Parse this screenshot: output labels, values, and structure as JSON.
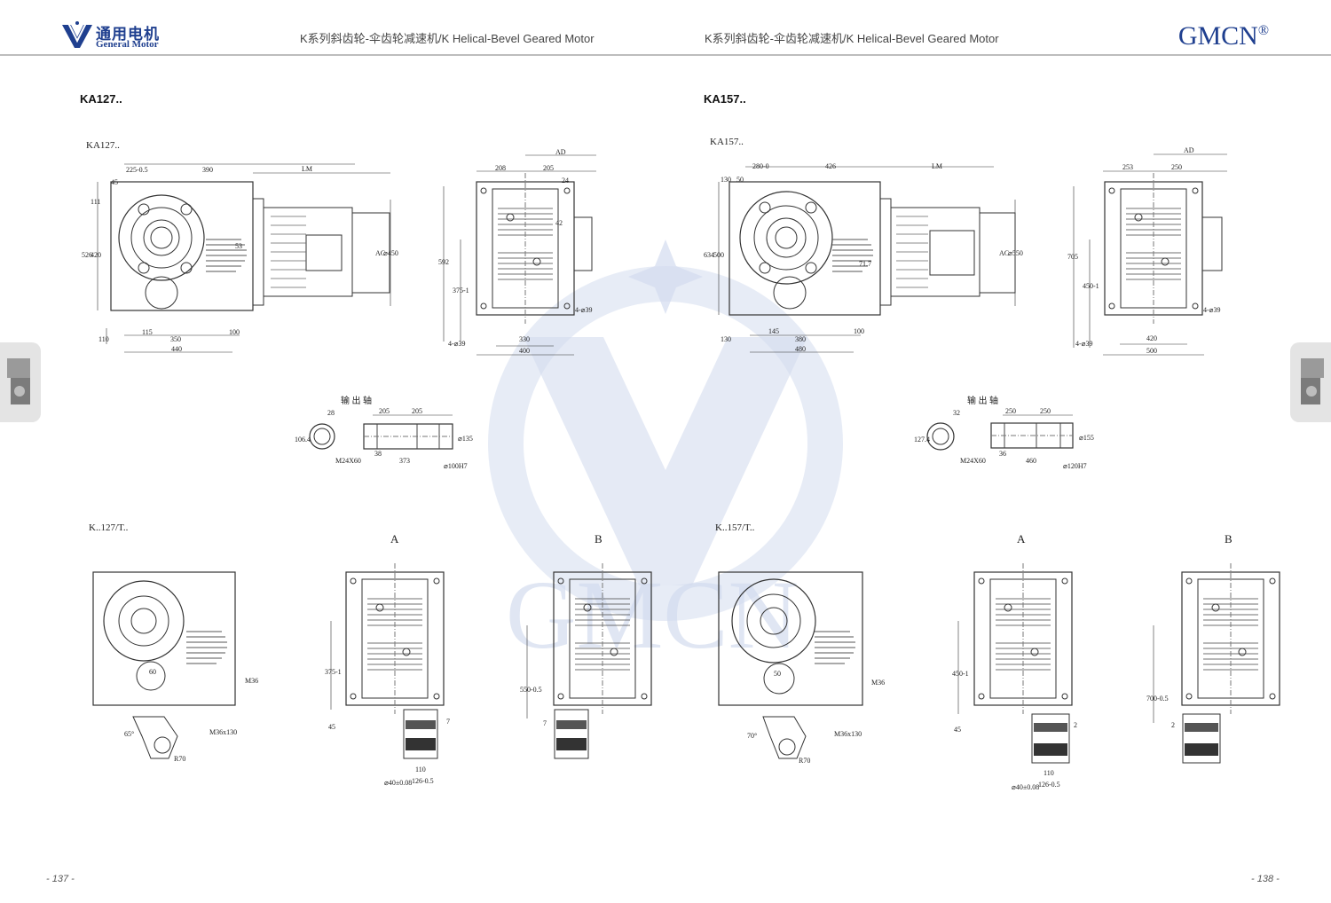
{
  "header": {
    "logo_cn": "通用电机",
    "logo_en": "General Motor",
    "title_left": "K系列斜齿轮-伞齿轮减速机/K Helical-Bevel  Geared Motor",
    "title_right": "K系列斜齿轮-伞齿轮减速机/K Helical-Bevel  Geared Motor",
    "brand": "GMCN",
    "brand_mark": "®"
  },
  "left": {
    "section": "KA127..",
    "drawing_label": "KA127..",
    "torque_label": "K..127/T..",
    "view_a": "A",
    "view_b": "B",
    "shaft_title": "输 出 轴",
    "dims": {
      "top1": "225-0.5",
      "top2": "390",
      "lm": "LM",
      "d45": "45",
      "d111": "111",
      "d526": "526",
      "d420": "420",
      "d53": "53",
      "ac": "AC",
      "dia": "⌀450",
      "d110": "110",
      "d115": "115",
      "d350": "350",
      "d100": "100",
      "d440": "440",
      "ad": "AD",
      "d208": "208",
      "d205": "205",
      "d24": "24",
      "d42": "42",
      "d592": "592",
      "d375": "375-1",
      "hole": "4-⌀39",
      "d330": "330",
      "d400": "400",
      "s28": "28",
      "s205a": "205",
      "s205b": "205",
      "s106": "106.4",
      "s135": "⌀135",
      "s100": "⌀100H7",
      "sm24": "M24X60",
      "s38": "38",
      "s373": "373",
      "t60": "60",
      "tm36": "M36",
      "tm36x": "M36x130",
      "t65": "65°",
      "tr70": "R70",
      "a375": "375-1",
      "a45": "45",
      "a7": "7",
      "a40": "⌀40±0.08",
      "a110": "110",
      "a126": "126-0.5",
      "b550": "550-0.5",
      "b7": "7"
    }
  },
  "right": {
    "section": "KA157..",
    "drawing_label": "KA157..",
    "torque_label": "K..157/T..",
    "view_a": "A",
    "view_b": "B",
    "shaft_title": "输 出 轴",
    "dims": {
      "top1": "280-0",
      "top2": "426",
      "lm": "LM",
      "d50": "50",
      "d130": "130",
      "d634": "634",
      "d500": "500",
      "d717": "71.7",
      "ac": "AC",
      "dia": "⌀550",
      "d130b": "130",
      "d145": "145",
      "d380": "380",
      "d100": "100",
      "d480": "480",
      "ad": "AD",
      "d253": "253",
      "d250": "250",
      "d705": "705",
      "d450": "450-1",
      "hole": "4-⌀39",
      "d420": "420",
      "d500b": "500",
      "s32": "32",
      "s250a": "250",
      "s250b": "250",
      "s127": "127.4",
      "s155": "⌀155",
      "s120": "⌀120H7",
      "sm24": "M24X60",
      "s36": "36",
      "s460": "460",
      "t50": "50",
      "tm36": "M36",
      "tm36x": "M36x130",
      "t70": "70°",
      "tr70": "R70",
      "a450": "450-1",
      "a45": "45",
      "a2": "2",
      "a40": "⌀40±0.08",
      "a110": "110",
      "a126": "126-0.5",
      "b700": "700-0.5",
      "b2": "2"
    }
  },
  "footer": {
    "page_left": "- 137 -",
    "page_right": "- 138 -"
  },
  "colors": {
    "brand_blue": "#1f3f8f",
    "watermark": "#c9d3ea",
    "line": "#333333"
  }
}
